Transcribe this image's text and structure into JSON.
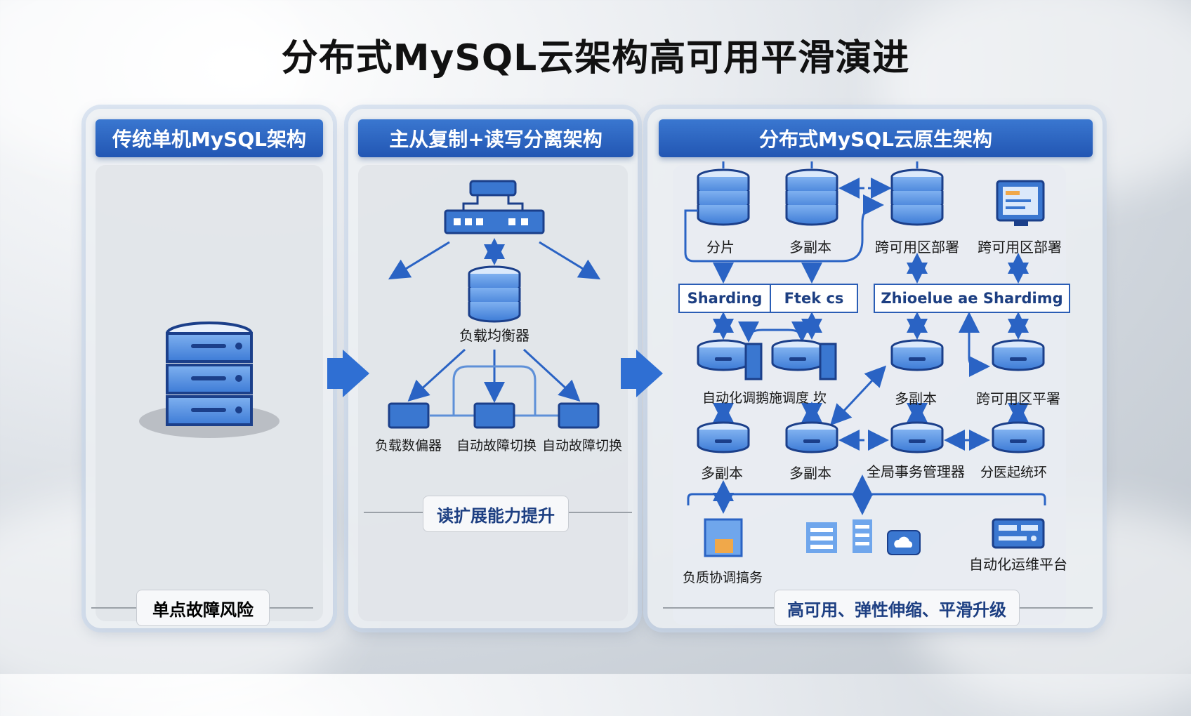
{
  "title": "分布式MySQL云架构高可用平滑演进",
  "panels": [
    {
      "header": "传统单机MySQL架构",
      "footer": "单点故障风险"
    },
    {
      "header": "主从复制+读写分离架构",
      "footer": "读扩展能力提升",
      "labels": {
        "lb": "负载均衡器",
        "n1": "负载数偏器",
        "n2": "自动故障切换",
        "n3": "自动故障切换"
      }
    },
    {
      "header": "分布式MySQL云原生架构",
      "footer": "高可用、弹性伸缩、平滑升级",
      "labels": {
        "a1": "分片",
        "a2": "多副本",
        "a3": "跨可用区部署",
        "a4": "跨可用区部署",
        "b1": "Sharding",
        "b2": "Ftek cs",
        "b3": "Zhioelue ae Shardimg",
        "c1": "自动化调鹅施调度 坎",
        "c2": "多副本",
        "c3": "跨可用区平署",
        "d1": "多副本",
        "d2": "多副本",
        "d3": "全局事务管理器",
        "d4": "分医起统环",
        "e1": "负质协调搞务",
        "e2": "自动化运维平台"
      }
    }
  ],
  "colors": {
    "primary": "#2a63c4",
    "light": "#6fa6ec",
    "dark": "#1b3f8a"
  }
}
